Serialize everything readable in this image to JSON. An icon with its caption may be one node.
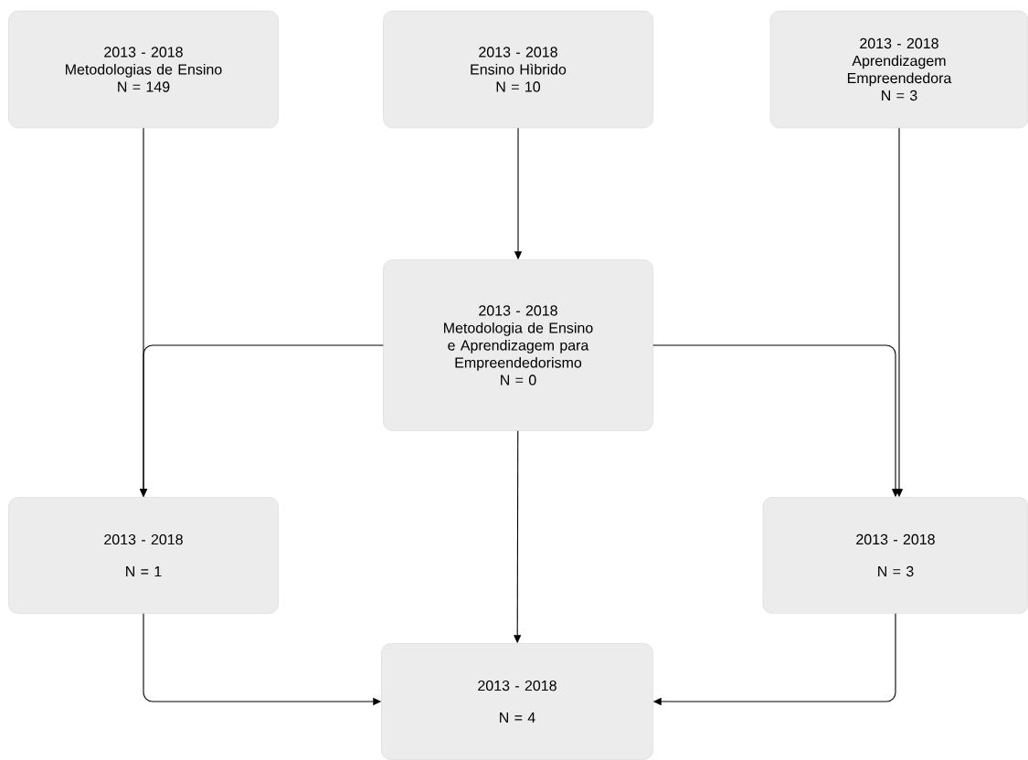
{
  "diagram": {
    "nodes": [
      {
        "text": [
          "2013 - 2018",
          "Metodologias de Ensino",
          "N = 149"
        ]
      },
      {
        "text": [
          "2013 - 2018",
          "Ensino Hìbrido",
          "N = 10"
        ]
      },
      {
        "text": [
          "2013 - 2018",
          "Aprendizagem Empreendedora",
          "N = 3"
        ]
      },
      {
        "text": [
          "2013 - 2018",
          "Metodologia de Ensino e Aprendizagem para Empreendedorismo",
          "N = 0"
        ]
      },
      {
        "text": [
          "2013 - 2018",
          "N = 1"
        ]
      },
      {
        "text": [
          "2013 - 2018",
          "N = 3"
        ]
      },
      {
        "text": [
          "2013 - 2018",
          "N = 4"
        ]
      }
    ],
    "edges": [
      {
        "from": 0,
        "to": 4,
        "arrow": "to"
      },
      {
        "from": 1,
        "to": 3,
        "arrow": "to"
      },
      {
        "from": 2,
        "to": 5,
        "arrow": "to"
      },
      {
        "from": 3,
        "to": 4,
        "arrow": "to"
      },
      {
        "from": 3,
        "to": 5,
        "arrow": "to"
      },
      {
        "from": 3,
        "to": 6,
        "arrow": "to"
      },
      {
        "from": 4,
        "to": 6,
        "arrow": "to"
      },
      {
        "from": 5,
        "to": 6,
        "arrow": "to"
      }
    ]
  }
}
